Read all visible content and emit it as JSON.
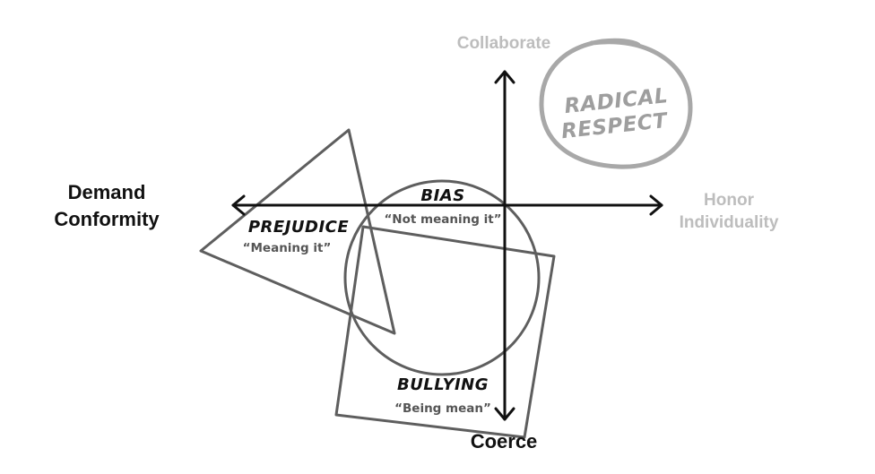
{
  "axes": {
    "top": "Collaborate",
    "bottom": "Coerce",
    "left_line1": "Demand",
    "left_line2": "Conformity",
    "right_line1": "Honor",
    "right_line2": "Individuality"
  },
  "badge": {
    "line1": "RADICAL",
    "line2": "RESPECT"
  },
  "regions": {
    "prejudice": {
      "title": "PREJUDICE",
      "quote": "“Meaning it”"
    },
    "bias": {
      "title": "BIAS",
      "quote": "“Not meaning it”"
    },
    "bullying": {
      "title": "BULLYING",
      "quote": "“Being mean”"
    }
  },
  "colors": {
    "axis": "#111111",
    "shape_outline": "#5e5e5e",
    "muted_text": "#bdbdbd",
    "badge": "#9e9e9e"
  }
}
